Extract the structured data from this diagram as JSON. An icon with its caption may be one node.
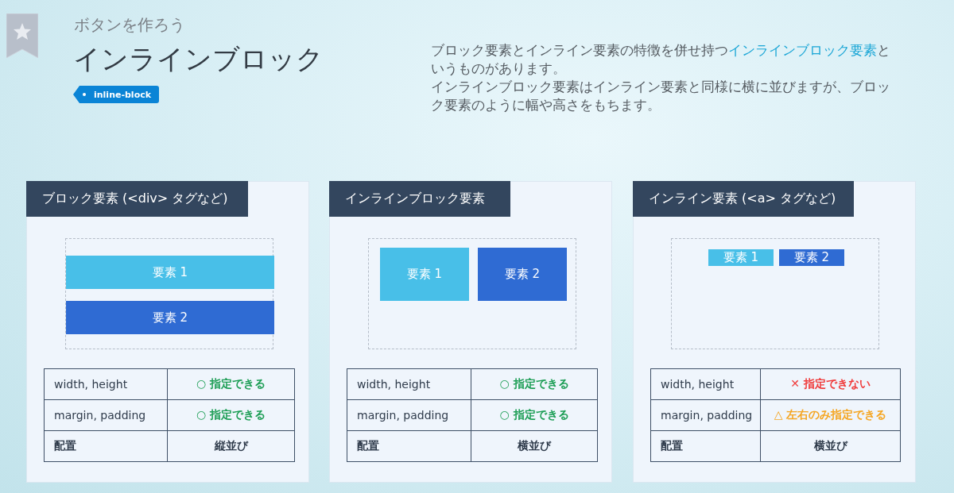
{
  "diagram": {
    "title": "インラインブロック",
    "nodes": [
      {
        "text": [
          "ブロック要素 (<div> タグなど)"
        ]
      },
      {
        "text": [],
        "shape": "box",
        "in": 0
      },
      {
        "text": [
          "要素 1"
        ],
        "in": 1
      },
      {
        "text": [
          "要素 2"
        ],
        "in": 1
      },
      {
        "text": [
          "インラインブロック要素"
        ]
      },
      {
        "text": [],
        "shape": "box",
        "in": 4
      },
      {
        "text": [
          "要素 1"
        ],
        "in": 5
      },
      {
        "text": [
          "要素 2"
        ],
        "in": 5
      },
      {
        "text": [
          "インライン要素 (<a> タグなど)"
        ]
      },
      {
        "text": [],
        "shape": "box",
        "in": 8
      },
      {
        "text": [
          "要素 1"
        ],
        "in": 9
      },
      {
        "text": [
          "要素 2"
        ],
        "in": 9
      }
    ],
    "labels": [
      "ボタンを作ろう",
      "inline-block",
      "ブロック要素とインライン要素の特徴を併せ持つ**インラインブロック要素**というものがあります。",
      "インラインブロック要素はインライン要素と同様に横に並びますが、ブロック要素のように幅や高さをもちます。",
      "width, height",
      "○ 指定できる",
      "margin, padding",
      "○ 指定できる",
      "配置",
      "縦並び",
      "width, height",
      "○ 指定できる",
      "margin, padding",
      "○ 指定できる",
      "配置",
      "横並び",
      "width, height",
      "✕ 指定できない",
      "margin, padding",
      "△ 左右のみ指定できる",
      "配置",
      "横並び"
    ]
  }
}
